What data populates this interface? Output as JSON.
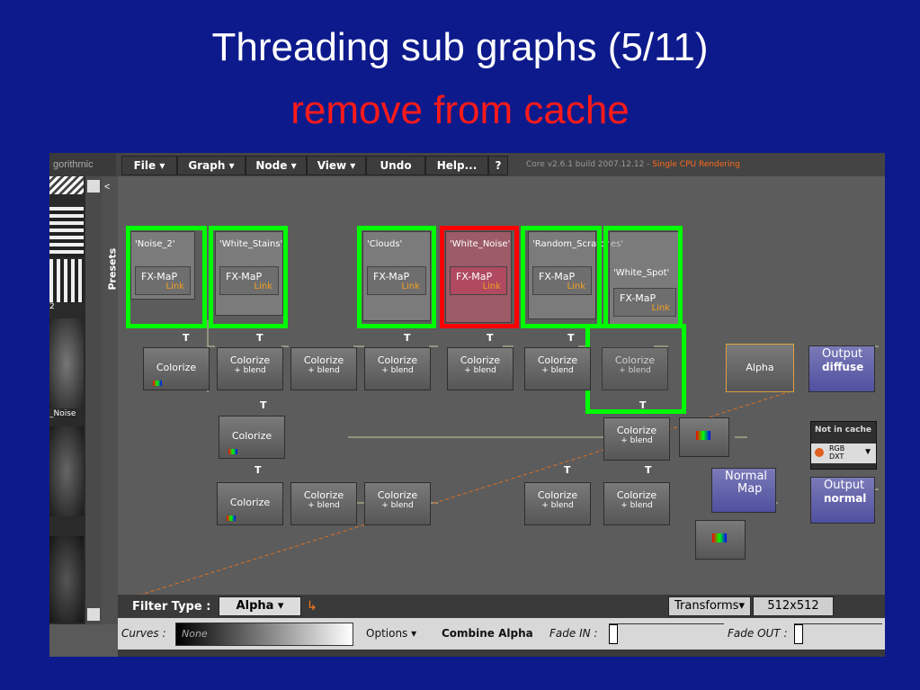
{
  "slide": {
    "title": "Threading sub graphs (5/11)",
    "subtitle": "remove from cache"
  },
  "menubar": {
    "brand": "gorithmic",
    "items": [
      "File ▾",
      "Graph ▾",
      "Node ▾",
      "View ▾",
      "Undo",
      "Help...",
      "?"
    ],
    "core_text": "Core v2.6.1 build 2007.12.12 - ",
    "mode_text": "Single CPU Rendering"
  },
  "sidebar": {
    "presets_label": "Presets",
    "left_label_1": "2",
    "left_label_2": "_Noise"
  },
  "frames": [
    {
      "title": "'Noise_2'",
      "fx": "FX-MaP",
      "link": "Link"
    },
    {
      "title": "'White_Stains'",
      "fx": "FX-MaP",
      "link": "Link"
    },
    {
      "title": "'Clouds'",
      "fx": "FX-MaP",
      "link": "Link"
    },
    {
      "title": "'White_Noise'",
      "fx": "FX-MaP",
      "link": "Link"
    },
    {
      "title": "'Random_Scratches'",
      "fx": "FX-MaP",
      "link": "Link"
    },
    {
      "title": "'White_Spot'",
      "fx": "FX-MaP",
      "link": "Link"
    }
  ],
  "nodes": {
    "colorize": "Colorize",
    "colorize_blend_1": "Colorize",
    "colorize_blend_2": "+ blend",
    "alpha": "Alpha",
    "normal_map_1": "Normal",
    "normal_map_2": "Map",
    "output_label": "Output",
    "output_diffuse": "diffuse",
    "output_normal": "normal",
    "t_mark": "T"
  },
  "cache_panel": {
    "not_in_cache": "Not in cache",
    "rgb": "RGB",
    "dxt": "DXT"
  },
  "bottom": {
    "filter_type_label": "Filter Type :",
    "filter_type_value": "Alpha ▾",
    "transforms": "Transforms▾",
    "size": "512x512",
    "curves_label": "Curves :",
    "curves_value": "None",
    "options": "Options ▾",
    "combine_alpha": "Combine Alpha",
    "fade_in": "Fade IN :",
    "fade_out": "Fade OUT :"
  },
  "colors": {
    "slide_bg": "#0d1a8c",
    "highlight_green": "#00ff00",
    "highlight_red": "#ff0000",
    "link_orange": "#f4a020"
  }
}
